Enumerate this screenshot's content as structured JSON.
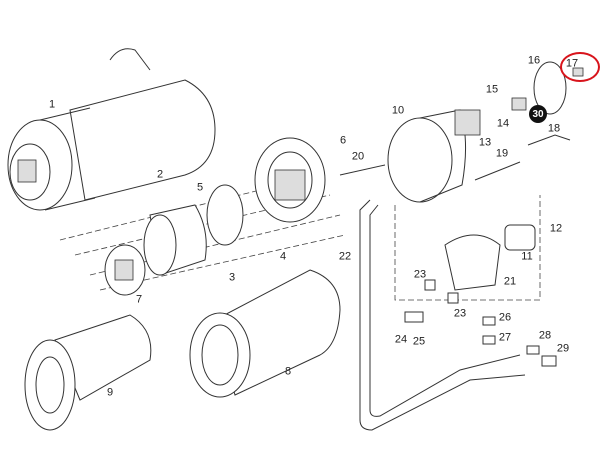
{
  "diagram": {
    "title": "Exploded parts diagram",
    "highlight_color": "#d8141c",
    "callout_badge": "30",
    "part_numbers": [
      "1",
      "2",
      "3",
      "4",
      "5",
      "6",
      "7",
      "8",
      "9",
      "10",
      "11",
      "12",
      "13",
      "14",
      "15",
      "16",
      "17",
      "18",
      "19",
      "20",
      "21",
      "22",
      "23",
      "23",
      "24",
      "25",
      "26",
      "27",
      "28",
      "29"
    ]
  }
}
